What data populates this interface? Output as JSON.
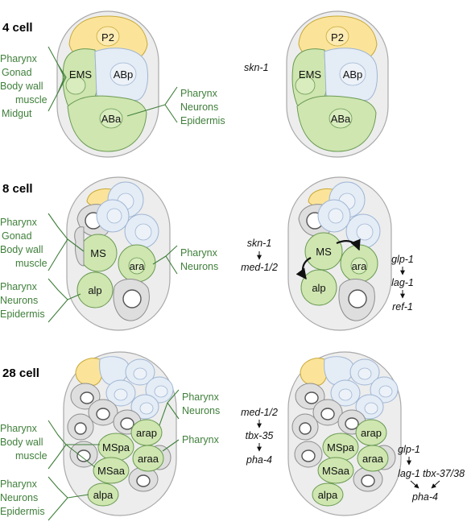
{
  "stages": {
    "four": "4 cell",
    "eight": "8 cell",
    "twentyeight": "28 cell"
  },
  "cells": {
    "p2": "P2",
    "ems": "EMS",
    "abp": "ABp",
    "aba": "ABa",
    "ms": "MS",
    "ara": "ara",
    "alp": "alp",
    "mspa": "MSpa",
    "msaa": "MSaa",
    "arap": "arap",
    "araa": "araa",
    "alpa": "alpa"
  },
  "fates": {
    "pharynx": "Pharynx",
    "gonad": "Gonad",
    "body_wall": "Body wall",
    "muscle": "muscle",
    "midgut": "Midgut",
    "neurons": "Neurons",
    "epidermis": "Epidermis"
  },
  "genes": {
    "skn1": "skn-1",
    "med12": "med-1/2",
    "glp1": "glp-1",
    "lag1": "lag-1",
    "ref1": "ref-1",
    "tbx35": "tbx-35",
    "pha4": "pha-4",
    "tbx3738": "tbx-37/38"
  },
  "colors": {
    "fate_text": "#3f7f3a",
    "green_cell": "#cfe6b1",
    "blue_cell": "#e4ecf6",
    "yellow_cell": "#fbe49a",
    "gray_cell": "#dedede"
  }
}
